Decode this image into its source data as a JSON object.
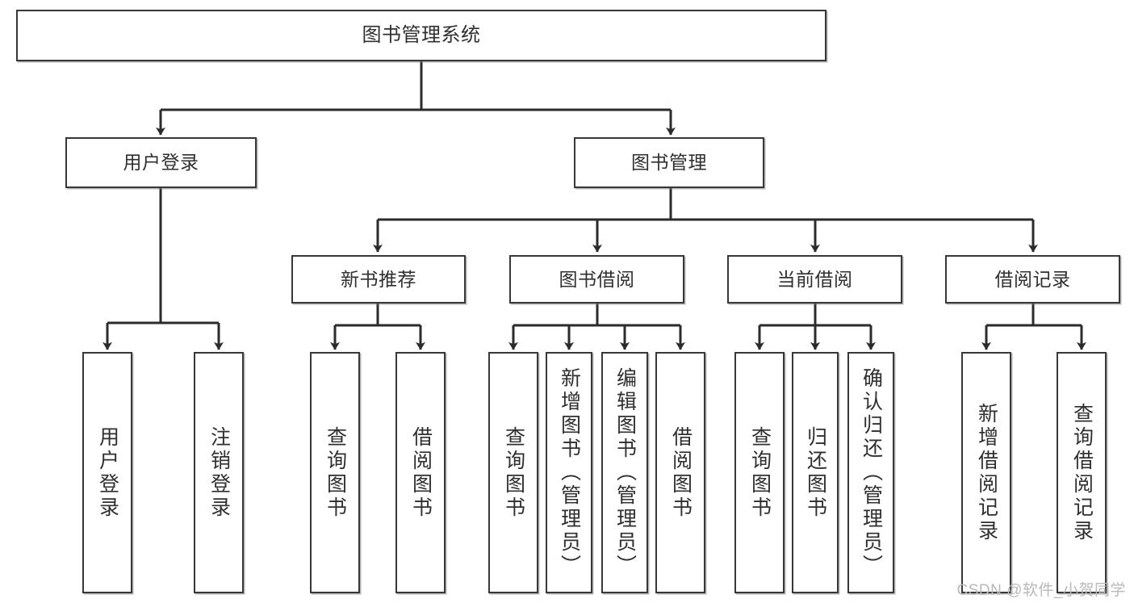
{
  "diagram": {
    "title": "图书管理系统",
    "type": "tree-hierarchy-diagram",
    "orientation": "top-down",
    "colors": {
      "node_border": "#38383a",
      "node_fill": "#ffffff",
      "connector": "#2b2b2b",
      "text": "#2f2f2f",
      "watermark": "#b9b9b9",
      "background": "#ffffff"
    },
    "nodes": {
      "root": {
        "label": "图书管理系统"
      },
      "level2": [
        {
          "id": "user-login",
          "label": "用户登录"
        },
        {
          "id": "book-management",
          "label": "图书管理"
        }
      ],
      "level3": [
        {
          "id": "new-book-recommend",
          "label": "新书推荐"
        },
        {
          "id": "book-borrow",
          "label": "图书借阅"
        },
        {
          "id": "current-borrow",
          "label": "当前借阅"
        },
        {
          "id": "borrow-record",
          "label": "借阅记录"
        }
      ],
      "leaves": [
        {
          "id": "leaf-user-login",
          "label": "用户登录",
          "parent": "user-login"
        },
        {
          "id": "leaf-logout-login",
          "label": "注销登录",
          "parent": "user-login"
        },
        {
          "id": "leaf-query-book-1",
          "label": "查询图书",
          "parent": "new-book-recommend"
        },
        {
          "id": "leaf-borrow-book-1",
          "label": "借阅图书",
          "parent": "new-book-recommend"
        },
        {
          "id": "leaf-query-book-2",
          "label": "查询图书",
          "parent": "book-borrow"
        },
        {
          "id": "leaf-add-book",
          "label": "新增图书（管理员）",
          "parent": "book-borrow"
        },
        {
          "id": "leaf-edit-book",
          "label": "编辑图书（管理员）",
          "parent": "book-borrow"
        },
        {
          "id": "leaf-borrow-book-2",
          "label": "借阅图书",
          "parent": "book-borrow"
        },
        {
          "id": "leaf-query-book-3",
          "label": "查询图书",
          "parent": "current-borrow"
        },
        {
          "id": "leaf-return-book",
          "label": "归还图书",
          "parent": "current-borrow"
        },
        {
          "id": "leaf-confirm-return",
          "label": "确认归还（管理员）",
          "parent": "current-borrow"
        },
        {
          "id": "leaf-add-record",
          "label": "新增借阅记录",
          "parent": "borrow-record"
        },
        {
          "id": "leaf-query-record",
          "label": "查询借阅记录",
          "parent": "borrow-record"
        }
      ]
    },
    "watermark": "CSDN @软件_小贺同学"
  }
}
